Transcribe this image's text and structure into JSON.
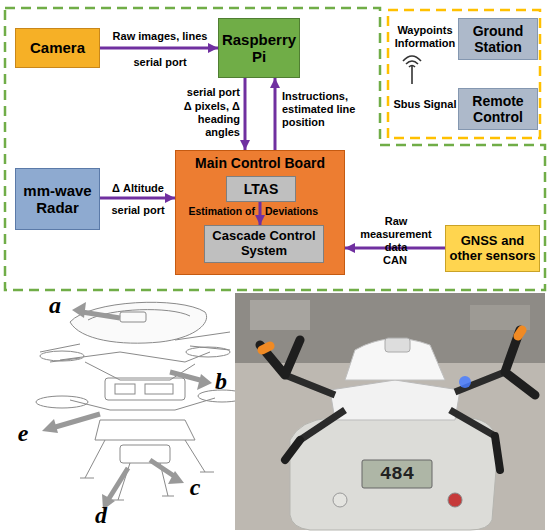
{
  "diagram": {
    "nodes": [
      {
        "text": [
          "Camera"
        ]
      },
      {
        "text": [
          "Raspberry Pi"
        ]
      },
      {
        "text": [
          "Ground Station"
        ]
      },
      {
        "text": [
          "Remote Control"
        ]
      },
      {
        "text": [
          "mm-wave Radar"
        ]
      },
      {
        "text": [
          "Main Control Board"
        ]
      },
      {
        "text": [
          "LTAS"
        ],
        "in": 5
      },
      {
        "text": [
          "Cascade Control System"
        ],
        "in": 5
      },
      {
        "text": [
          "GNSS and other sensors"
        ]
      }
    ],
    "edges": [
      {
        "from": 0,
        "to": 1,
        "arrow": "to",
        "label": "Raw images, lines"
      },
      {
        "from": 1,
        "to": 5,
        "arrow": "to",
        "label": "Δ pixels, Δ heading angles"
      },
      {
        "from": 5,
        "to": 1,
        "arrow": "to",
        "label": "Instructions, estimated line position"
      },
      {
        "from": 4,
        "to": 5,
        "arrow": "to",
        "label": "Δ Altitude"
      },
      {
        "from": 6,
        "to": 7,
        "arrow": "to",
        "label": "Estimation of"
      },
      {
        "from": 8,
        "to": 5,
        "arrow": "to",
        "label": "Raw measurement data"
      }
    ],
    "labels": [
      "serial port",
      "Waypoints Information",
      "serial port",
      "Sbus Signal",
      "serial port",
      "Deviations",
      "CAN",
      "a",
      "b",
      "e",
      "c",
      "d",
      "484"
    ]
  }
}
